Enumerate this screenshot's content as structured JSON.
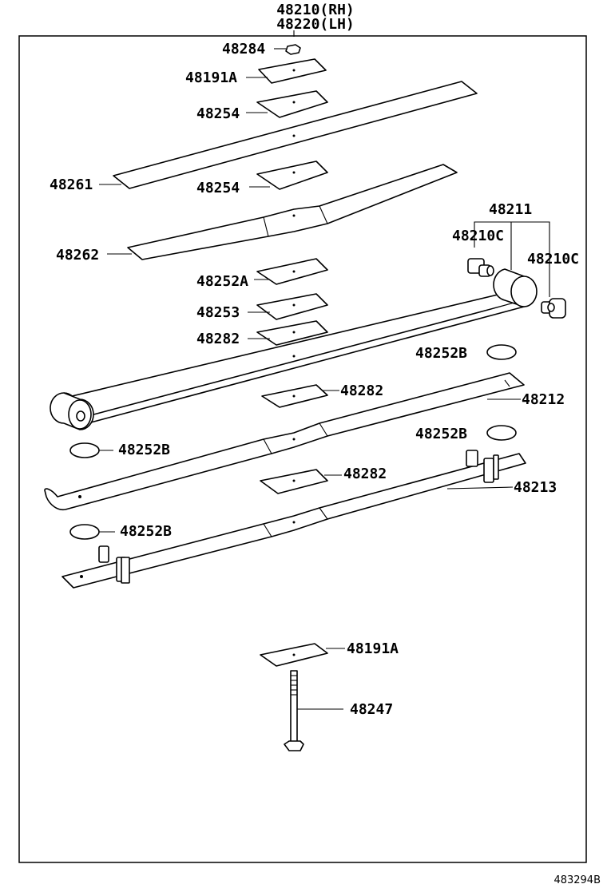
{
  "assembly": {
    "rh": "48210(RH)",
    "lh": "48220(LH)"
  },
  "labels": {
    "nut": "48284",
    "top_pad": "48191A",
    "spacer_1": "48254",
    "leaf_48261": "48261",
    "spacer_2": "48254",
    "leaf_48262": "48262",
    "insert_a": "48252A",
    "spacer_48253": "48253",
    "spacer_48282_1": "48282",
    "main_leaf": "48211",
    "bushing_left": "48210C",
    "bushing_right": "48210C",
    "insert_b_1": "48252B",
    "spacer_48282_2": "48282",
    "leaf_48212": "48212",
    "insert_b_2": "48252B",
    "insert_b_3": "48252B",
    "spacer_48282_3": "48282",
    "leaf_48213": "48213",
    "insert_b_4": "48252B",
    "bottom_pad": "48191A",
    "center_bolt": "48247"
  },
  "diagram_ref": "483294B"
}
